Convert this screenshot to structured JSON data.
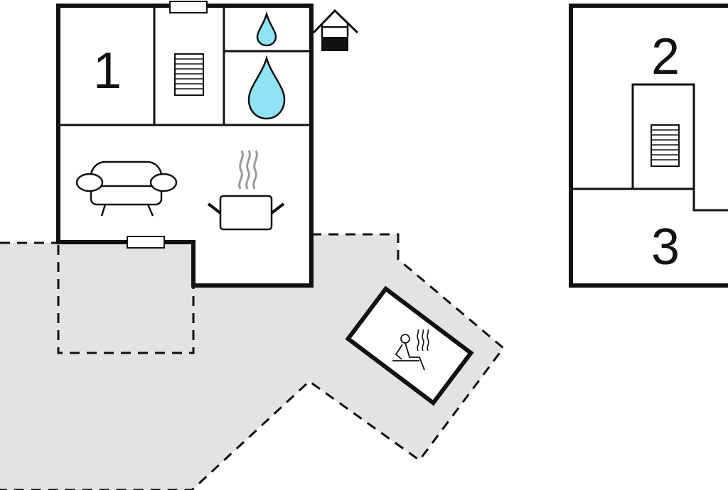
{
  "plan": {
    "rooms": [
      {
        "label": "1"
      },
      {
        "label": "2"
      },
      {
        "label": "3"
      }
    ],
    "icons": [
      "staircase-icon",
      "water-drop-small-icon",
      "water-drop-large-icon",
      "well-icon",
      "sofa-icon",
      "cooking-pot-icon",
      "hot-tub-icon"
    ],
    "colors": {
      "wall": "#111111",
      "terrace": "#e3e3e3",
      "water": "#8fe3f2",
      "steam": "#9a9a9a"
    }
  }
}
